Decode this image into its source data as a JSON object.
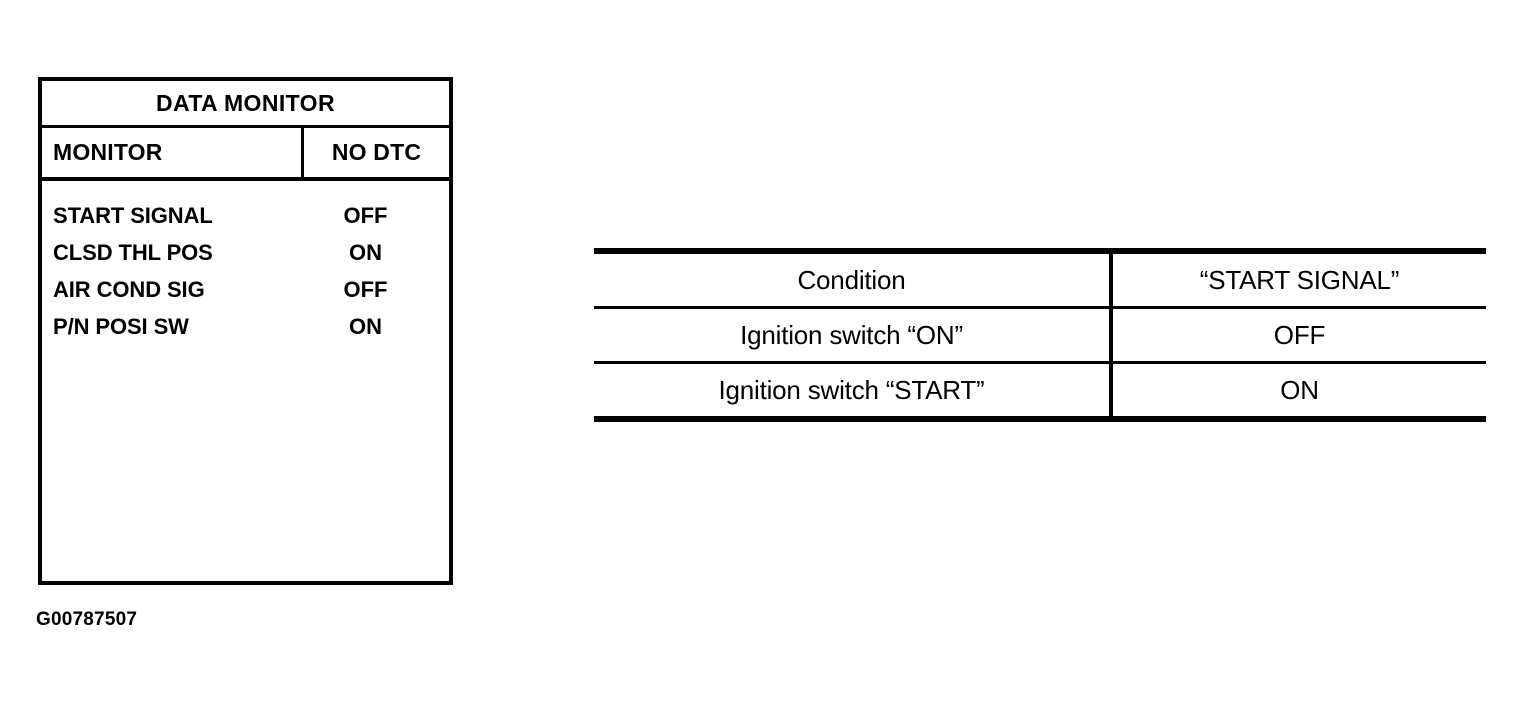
{
  "data_monitor_panel": {
    "title": "DATA MONITOR",
    "header": {
      "monitor_label": "MONITOR",
      "status_label": "NO DTC"
    },
    "rows": [
      {
        "name": "START SIGNAL",
        "value": "OFF"
      },
      {
        "name": "CLSD THL POS",
        "value": "ON"
      },
      {
        "name": "AIR COND SIG",
        "value": "OFF"
      },
      {
        "name": "P/N POSI SW",
        "value": "ON"
      }
    ]
  },
  "caption": "G00787507",
  "condition_table": {
    "headers": {
      "condition": "Condition",
      "signal": "“START SIGNAL”"
    },
    "rows": [
      {
        "condition": "Ignition switch “ON”",
        "signal": "OFF"
      },
      {
        "condition": "Ignition switch “START”",
        "signal": "ON"
      }
    ]
  },
  "colors": {
    "ink": "#000000",
    "page": "#ffffff"
  }
}
